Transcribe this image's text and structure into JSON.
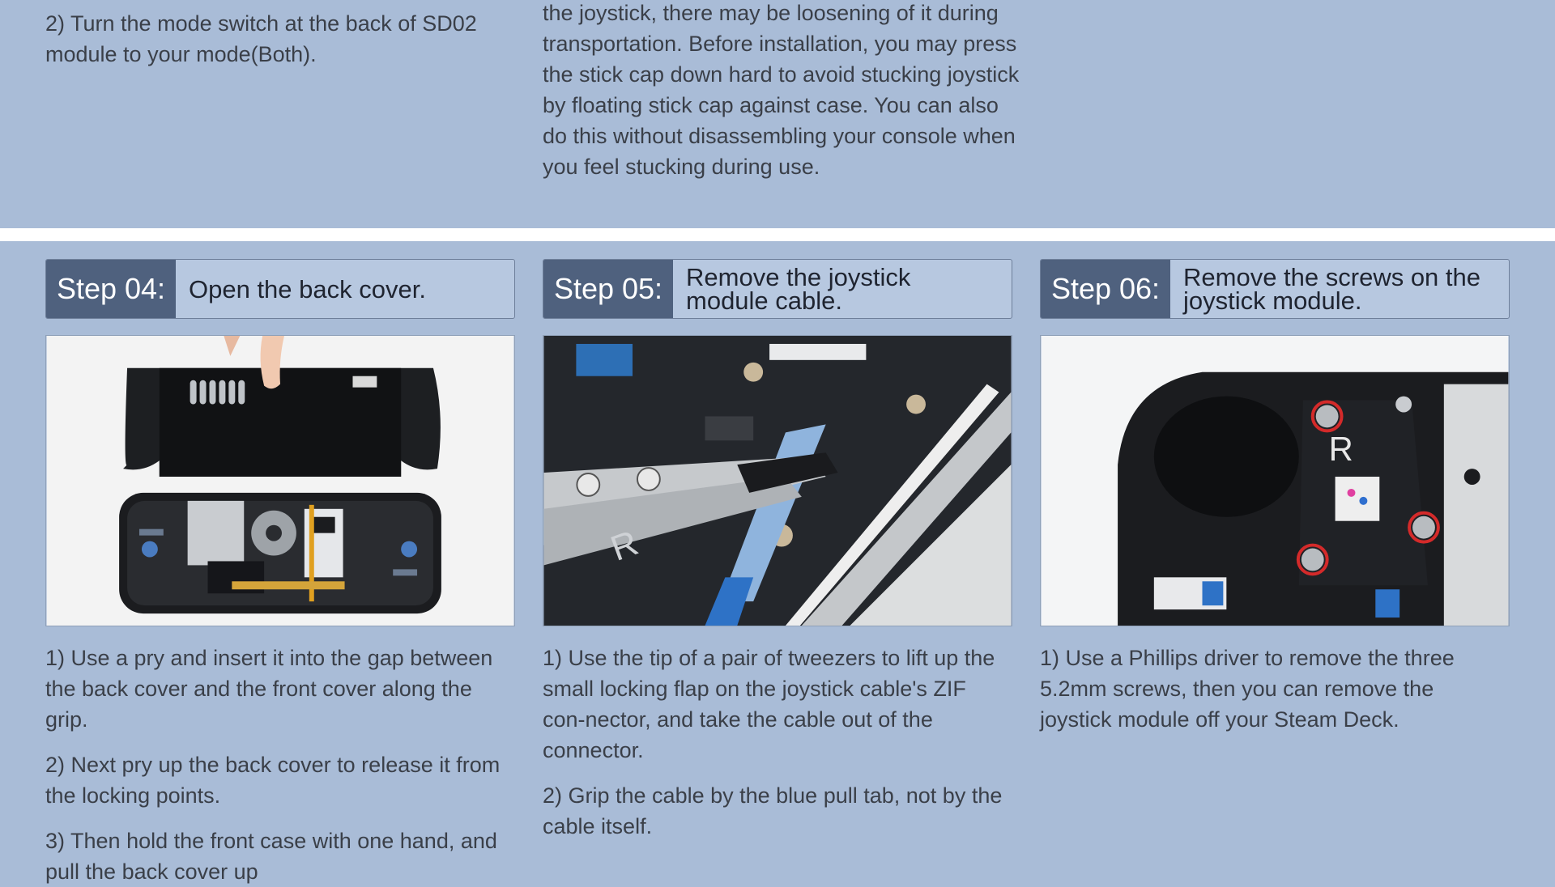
{
  "top": {
    "left_text": "2) Turn the mode switch at the back of SD02 module to your mode(Both).",
    "right_text": "the joystick, there may be loosening of it during transportation. Before installation, you may press the stick cap down hard to avoid stucking joystick by floating stick cap against case. You can also do this without disassembling your console when you feel stucking during use."
  },
  "steps": [
    {
      "label": "Step 04:",
      "title": "Open the back cover.",
      "paragraphs": [
        "1) Use a pry and insert it into the gap between the back cover and the front cover along the grip.",
        "2) Next pry up the back cover to release it from the locking points.",
        "3) Then hold the front case with one hand, and pull the back cover up"
      ]
    },
    {
      "label": "Step 05:",
      "title": "Remove the joystick module cable.",
      "paragraphs": [
        "1) Use the tip of a pair of tweezers to lift up the small locking flap on the joystick cable's ZIF con-nector, and take the cable out of the connector.",
        "2) Grip the cable by the blue pull tab, not by the cable itself."
      ]
    },
    {
      "label": "Step 06:",
      "title": "Remove the screws on the joystick module.",
      "paragraphs": [
        "1) Use a Phillips driver to remove the three 5.2mm screws, then you can remove the joystick module off your Steam Deck."
      ]
    }
  ],
  "colors": {
    "background": "#a9bcd7",
    "step_label_bg": "#4f617e",
    "header_bg": "#b7c8e0",
    "divider": "#ffffff"
  }
}
